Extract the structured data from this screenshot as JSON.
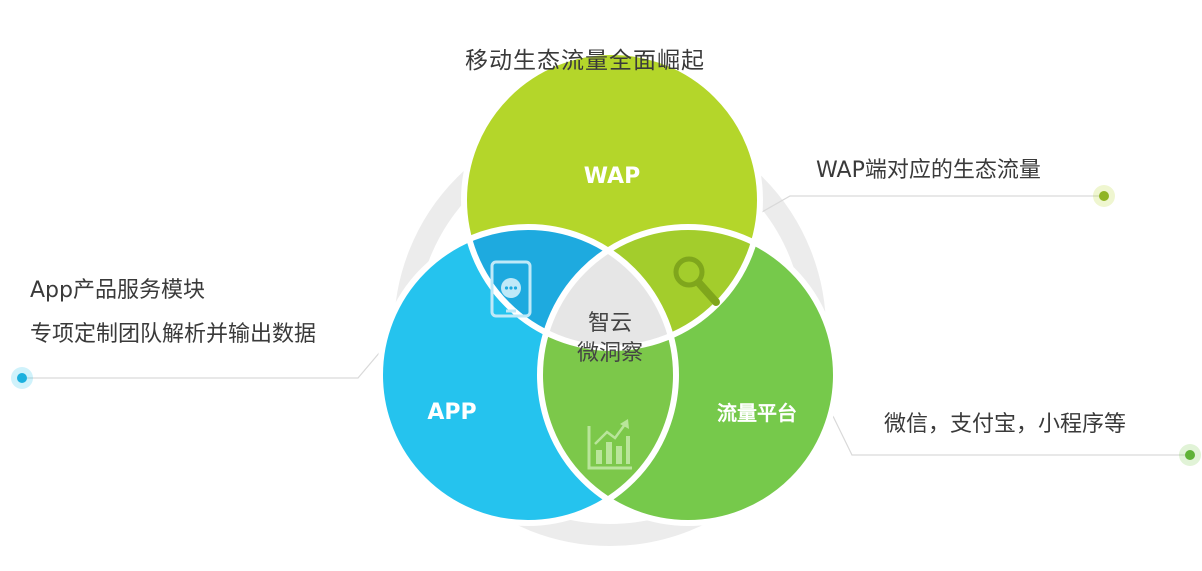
{
  "title": "移动生态流量全面崛起",
  "circles": {
    "wap": "WAP",
    "app": "APP",
    "platform": "流量平台"
  },
  "center": {
    "line1": "智云",
    "line2": "微洞察"
  },
  "annotations": {
    "wap": "WAP端对应的生态流量",
    "app_line1": "App产品服务模块",
    "app_line2": "专项定制团队解析并输出数据",
    "platform": "微信，支付宝，小程序等"
  },
  "colors": {
    "wap": "#b4d62a",
    "app": "#25c3ee",
    "platform": "#76c94b",
    "center": "#e6e6e6",
    "ring": "#ececec",
    "connector": "#d9d9d9",
    "text": "#3a3a3a"
  },
  "icons": {
    "app_lens": "mobile-chat-icon",
    "wap_lens": "magnifier-icon",
    "platform_lens": "bar-chart-growth-icon"
  }
}
